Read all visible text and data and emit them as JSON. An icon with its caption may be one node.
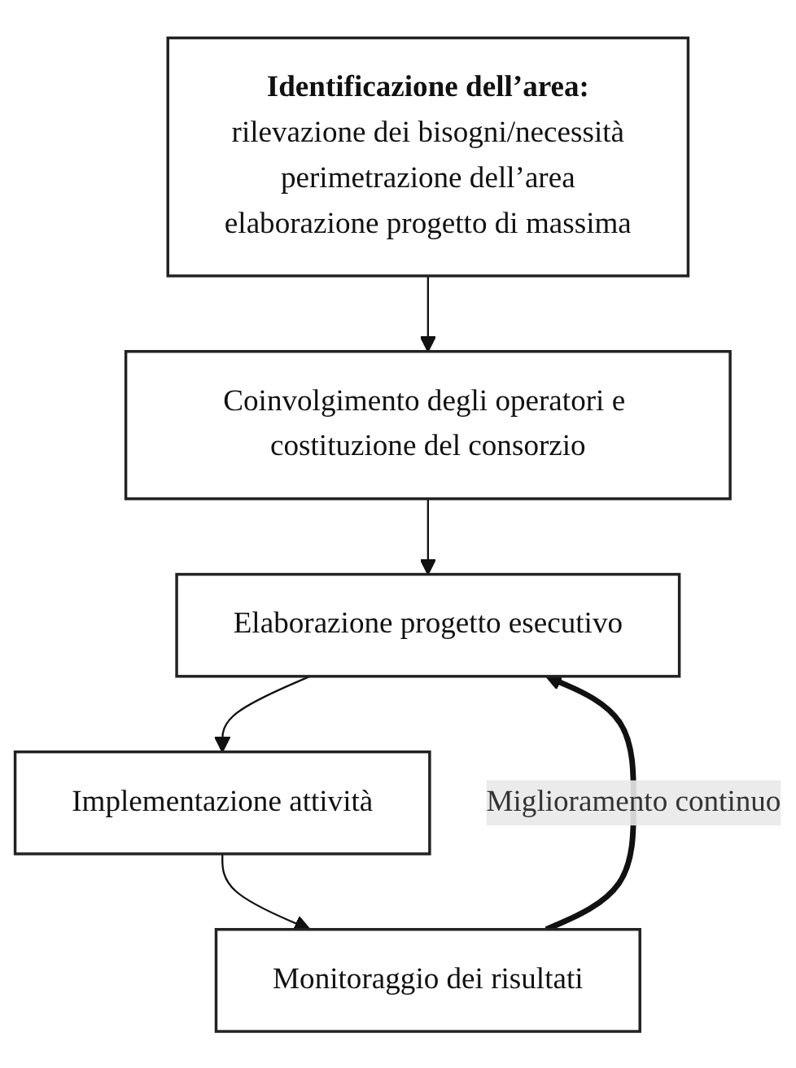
{
  "diagram": {
    "nodes": [
      {
        "text": [
          "Identificazione dell’area:",
          "rilevazione dei bisogni/necessità",
          "perimetrazione dell’area",
          "elaborazione progetto di massima"
        ]
      },
      {
        "text": [
          "Coinvolgimento degli operatori e costituzione del consorzio"
        ]
      },
      {
        "text": [
          "Elaborazione progetto esecutivo"
        ]
      },
      {
        "text": [
          "Implementazione attività"
        ]
      },
      {
        "text": [
          "Monitoraggio dei risultati"
        ]
      }
    ],
    "edges": [
      {
        "from": 0,
        "to": 1,
        "arrow": "to"
      },
      {
        "from": 1,
        "to": 2,
        "arrow": "to"
      },
      {
        "from": 2,
        "to": 3,
        "arrow": "to"
      },
      {
        "from": 3,
        "to": 4,
        "arrow": "to"
      },
      {
        "from": 4,
        "to": 2,
        "arrow": "to",
        "label": "Miglioramento continuo",
        "style": "thick"
      }
    ]
  }
}
